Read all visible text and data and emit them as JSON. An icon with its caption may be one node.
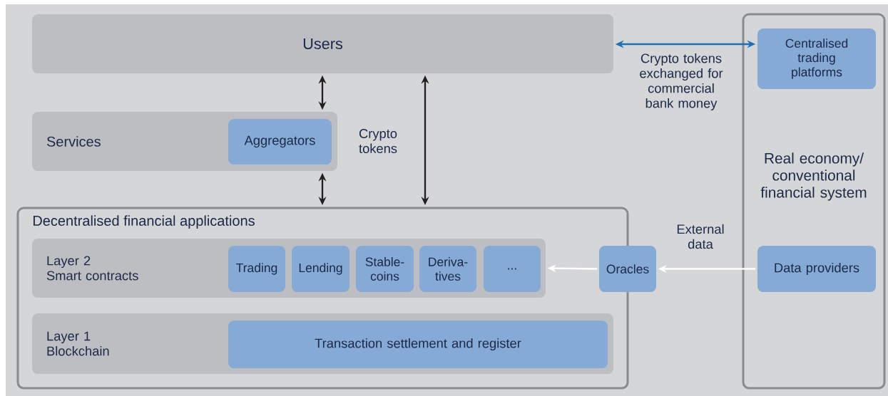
{
  "diagram": {
    "nodes": [
      {
        "text": [
          "Users"
        ]
      },
      {
        "text": [
          "Services"
        ]
      },
      {
        "text": [
          "Aggregators"
        ],
        "in": 1
      },
      {
        "text": [
          "Decentralised financial applications"
        ]
      },
      {
        "text": [
          "Layer 2",
          "Smart contracts"
        ],
        "in": 3
      },
      {
        "text": [
          "Trading"
        ],
        "in": 4
      },
      {
        "text": [
          "Lending"
        ],
        "in": 4
      },
      {
        "text": [
          "Stable-coins"
        ],
        "in": 4
      },
      {
        "text": [
          "Deriva-tives"
        ],
        "in": 4
      },
      {
        "text": [
          "..."
        ],
        "in": 4
      },
      {
        "text": [
          "Layer 1",
          "Blockchain"
        ],
        "in": 3
      },
      {
        "text": [
          "Transaction settlement and register"
        ],
        "in": 10
      },
      {
        "text": [
          "Oracles"
        ]
      },
      {
        "text": [
          "Real economy/ conventional financial system"
        ]
      },
      {
        "text": [
          "Centralised trading platforms"
        ],
        "in": 13
      },
      {
        "text": [
          "Data providers"
        ],
        "in": 13
      }
    ],
    "edges": [
      {
        "from": 0,
        "to": 1,
        "arrow": "both"
      },
      {
        "from": 1,
        "to": 3,
        "arrow": "both"
      },
      {
        "from": 0,
        "to": 3,
        "arrow": "both",
        "label": "Crypto tokens"
      },
      {
        "from": 0,
        "to": 14,
        "arrow": "both",
        "label": "Crypto tokens exchanged for commercial bank money",
        "color": "#1f6fb5"
      },
      {
        "from": 15,
        "to": 12,
        "arrow": "to",
        "label": "External data",
        "color": "#ffffff"
      },
      {
        "from": 12,
        "to": 4,
        "arrow": "to",
        "color": "#ffffff"
      }
    ]
  }
}
